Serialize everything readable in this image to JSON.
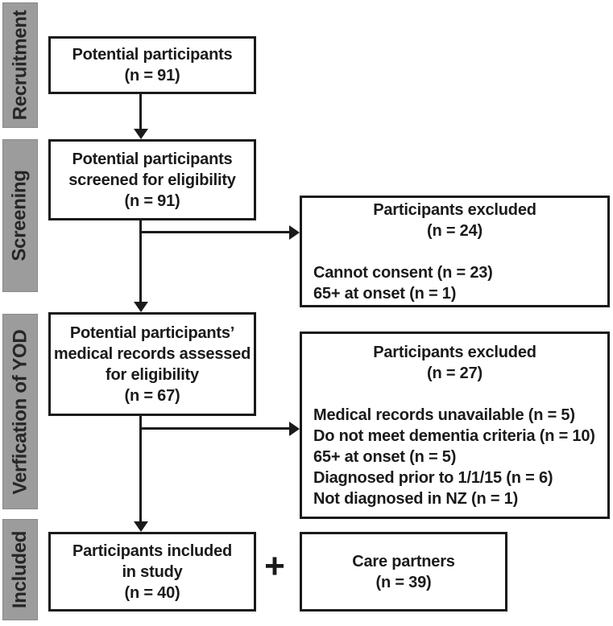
{
  "diagram": {
    "stages": [
      {
        "label": "Recruitment"
      },
      {
        "label": "Screening"
      },
      {
        "label": "Verfication of YOD"
      },
      {
        "label": "Included"
      }
    ],
    "boxes": {
      "b1": {
        "lines": [
          "Potential participants",
          "(n = 91)"
        ]
      },
      "b2": {
        "lines": [
          "Potential participants",
          "screened for eligibility",
          "(n = 91)"
        ]
      },
      "b3": {
        "header": [
          "Participants excluded",
          "(n = 24)"
        ],
        "items": [
          "Cannot consent (n = 23)",
          "65+ at onset (n = 1)"
        ]
      },
      "b4": {
        "lines": [
          "Potential participants’",
          "medical records assessed",
          "for eligibility",
          "(n = 67)"
        ]
      },
      "b5": {
        "header": [
          "Participants excluded",
          "(n = 27)"
        ],
        "items": [
          "Medical records unavailable (n = 5)",
          "Do not meet dementia criteria (n = 10)",
          "65+ at onset (n = 5)",
          "Diagnosed prior to 1/1/15 (n = 6)",
          "Not diagnosed in NZ (n = 1)"
        ]
      },
      "b6": {
        "lines": [
          "Participants included",
          "in study",
          "(n = 40)"
        ]
      },
      "b7": {
        "lines": [
          "Care partners",
          "(n = 39)"
        ]
      }
    },
    "plus": "+",
    "colors": {
      "stage_bar": "#9c9c9c",
      "box_border": "#1a1a1a",
      "text": "#1a1a1a",
      "background": "#ffffff"
    }
  }
}
